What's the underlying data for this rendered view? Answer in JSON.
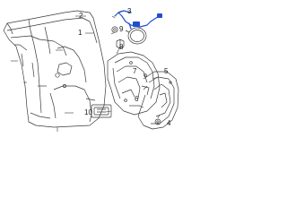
{
  "diagram": {
    "callouts": [
      {
        "id": "c1",
        "label": "1"
      },
      {
        "id": "c2",
        "label": "2"
      },
      {
        "id": "c3",
        "label": "3"
      },
      {
        "id": "c4",
        "label": "4"
      },
      {
        "id": "c5",
        "label": "5"
      },
      {
        "id": "c6",
        "label": "6"
      },
      {
        "id": "c7",
        "label": "7"
      },
      {
        "id": "c8",
        "label": "8"
      },
      {
        "id": "c9",
        "label": "9"
      },
      {
        "id": "c10",
        "label": "10"
      }
    ],
    "colors": {
      "line": "#3a3a3a",
      "fuel_lid_actuator": "#1f4fd1",
      "background": "#ffffff"
    },
    "parts": [
      {
        "id": "quarter-panel",
        "icon": "quarter-panel-drawing"
      },
      {
        "id": "fuel-lid-actuator",
        "icon": "fuel-lid-actuator-drawing"
      },
      {
        "id": "fuel-filler-door",
        "icon": "fuel-door-drawing"
      },
      {
        "id": "inner-liner",
        "icon": "inner-fender-liner-drawing"
      },
      {
        "id": "outer-liner",
        "icon": "fender-liner-drawing"
      },
      {
        "id": "cover-plate",
        "icon": "cover-plate-drawing"
      },
      {
        "id": "fastener",
        "icon": "clip-drawing"
      }
    ]
  }
}
